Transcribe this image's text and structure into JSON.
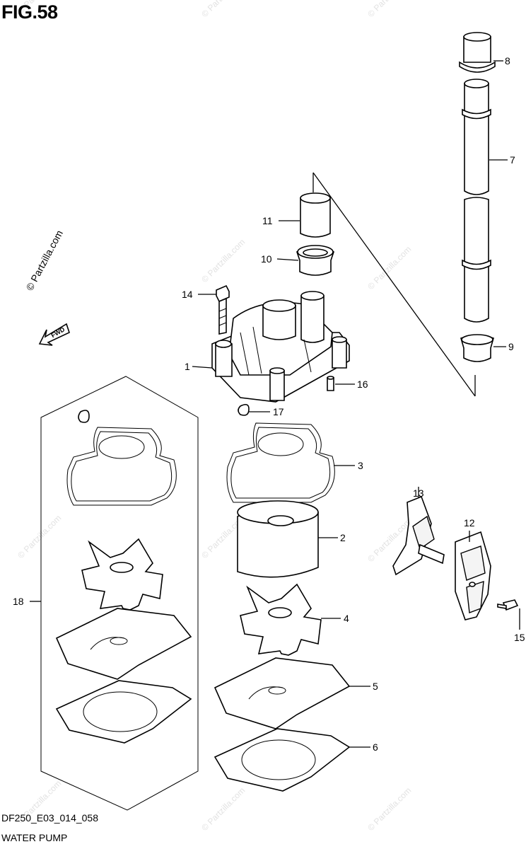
{
  "figure": {
    "title": "FIG.58",
    "code": "DF250_E03_014_058",
    "caption": "WATER PUMP"
  },
  "watermark": {
    "text": "© Partzilla.com",
    "color": "#e2e2e2"
  },
  "fwd_label": "FWD",
  "callouts": {
    "n1": "1",
    "n2": "2",
    "n3": "3",
    "n4": "4",
    "n5": "5",
    "n6": "6",
    "n7": "7",
    "n8": "8",
    "n9": "9",
    "n10": "10",
    "n11": "11",
    "n12": "12",
    "n13": "13",
    "n14": "14",
    "n15": "15",
    "n16": "16",
    "n17": "17",
    "n18": "18"
  }
}
